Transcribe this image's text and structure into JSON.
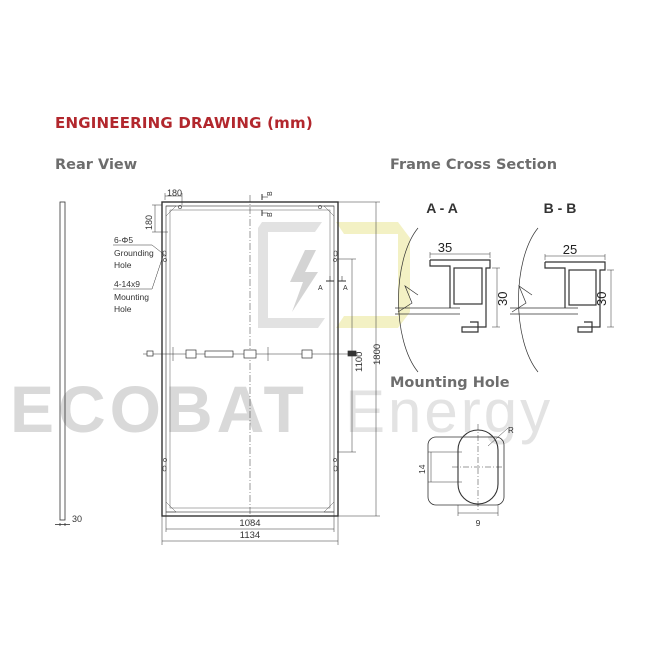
{
  "title": "ENGINEERING DRAWING (mm)",
  "sections": {
    "rear_view": "Rear View",
    "frame_cross_section": "Frame Cross Section",
    "mounting_hole": "Mounting Hole"
  },
  "watermark": {
    "bold": "ECOBAT",
    "light": "Energy",
    "color": "#d9d9d9"
  },
  "rear_view": {
    "side_thickness": "30",
    "top_offset_h": "180",
    "top_offset_v": "180",
    "section_b_top": "B",
    "section_b_bottom": "B",
    "section_a_left": "A",
    "section_a_right": "A",
    "grounding_label_1": "6-Φ5",
    "grounding_label_2": "Grounding",
    "grounding_label_3": "Hole",
    "mounting_label_1": "4-14x9",
    "mounting_label_2": "Mounting",
    "mounting_label_3": "Hole",
    "inner_width": "1084",
    "outer_width": "1134",
    "hole_spacing": "1100",
    "height": "1800"
  },
  "cross_sections": {
    "a_label": "A - A",
    "a_width": "35",
    "a_height": "30",
    "b_label": "B - B",
    "b_width": "25",
    "b_height": "30"
  },
  "mount_hole": {
    "radius_label": "R",
    "height": "14",
    "width": "9"
  },
  "colors": {
    "title": "#b2272d",
    "section_heading": "#6d6d6d",
    "line": "#333333"
  }
}
